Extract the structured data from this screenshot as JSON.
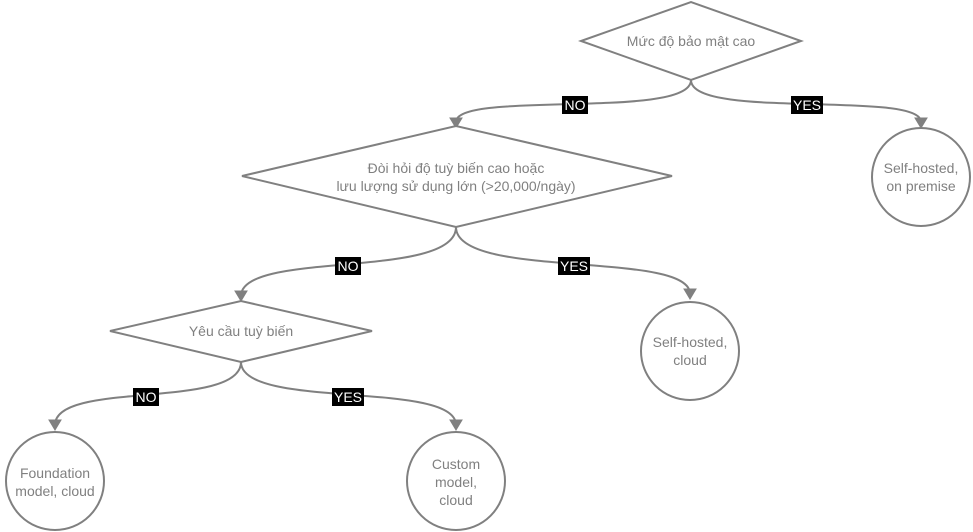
{
  "colors": {
    "stroke": "#808080",
    "text": "#808080",
    "label_bg": "#000000",
    "label_text": "#ffffff"
  },
  "nodes": {
    "q_security": {
      "lines": [
        "Mức độ bảo mật cao"
      ]
    },
    "q_customization_volume": {
      "lines": [
        "Đòi hỏi độ tuỳ biến cao hoặc",
        "lưu lượng sử dụng lớn (>20,000/ngày)"
      ]
    },
    "q_customization": {
      "lines": [
        "Yêu cầu tuỳ biến"
      ]
    },
    "r_selfhosted_onpremise": {
      "lines": [
        "Self-hosted,",
        "on premise"
      ]
    },
    "r_selfhosted_cloud": {
      "lines": [
        "Self-hosted,",
        "cloud"
      ]
    },
    "r_foundation_cloud": {
      "lines": [
        "Foundation",
        "model, cloud"
      ]
    },
    "r_custom_cloud": {
      "lines": [
        "Custom",
        "model,",
        "cloud"
      ]
    }
  },
  "edges": {
    "security_no": {
      "label": "NO"
    },
    "security_yes": {
      "label": "YES"
    },
    "volume_no": {
      "label": "NO"
    },
    "volume_yes": {
      "label": "YES"
    },
    "custom_no": {
      "label": "NO"
    },
    "custom_yes": {
      "label": "YES"
    }
  }
}
